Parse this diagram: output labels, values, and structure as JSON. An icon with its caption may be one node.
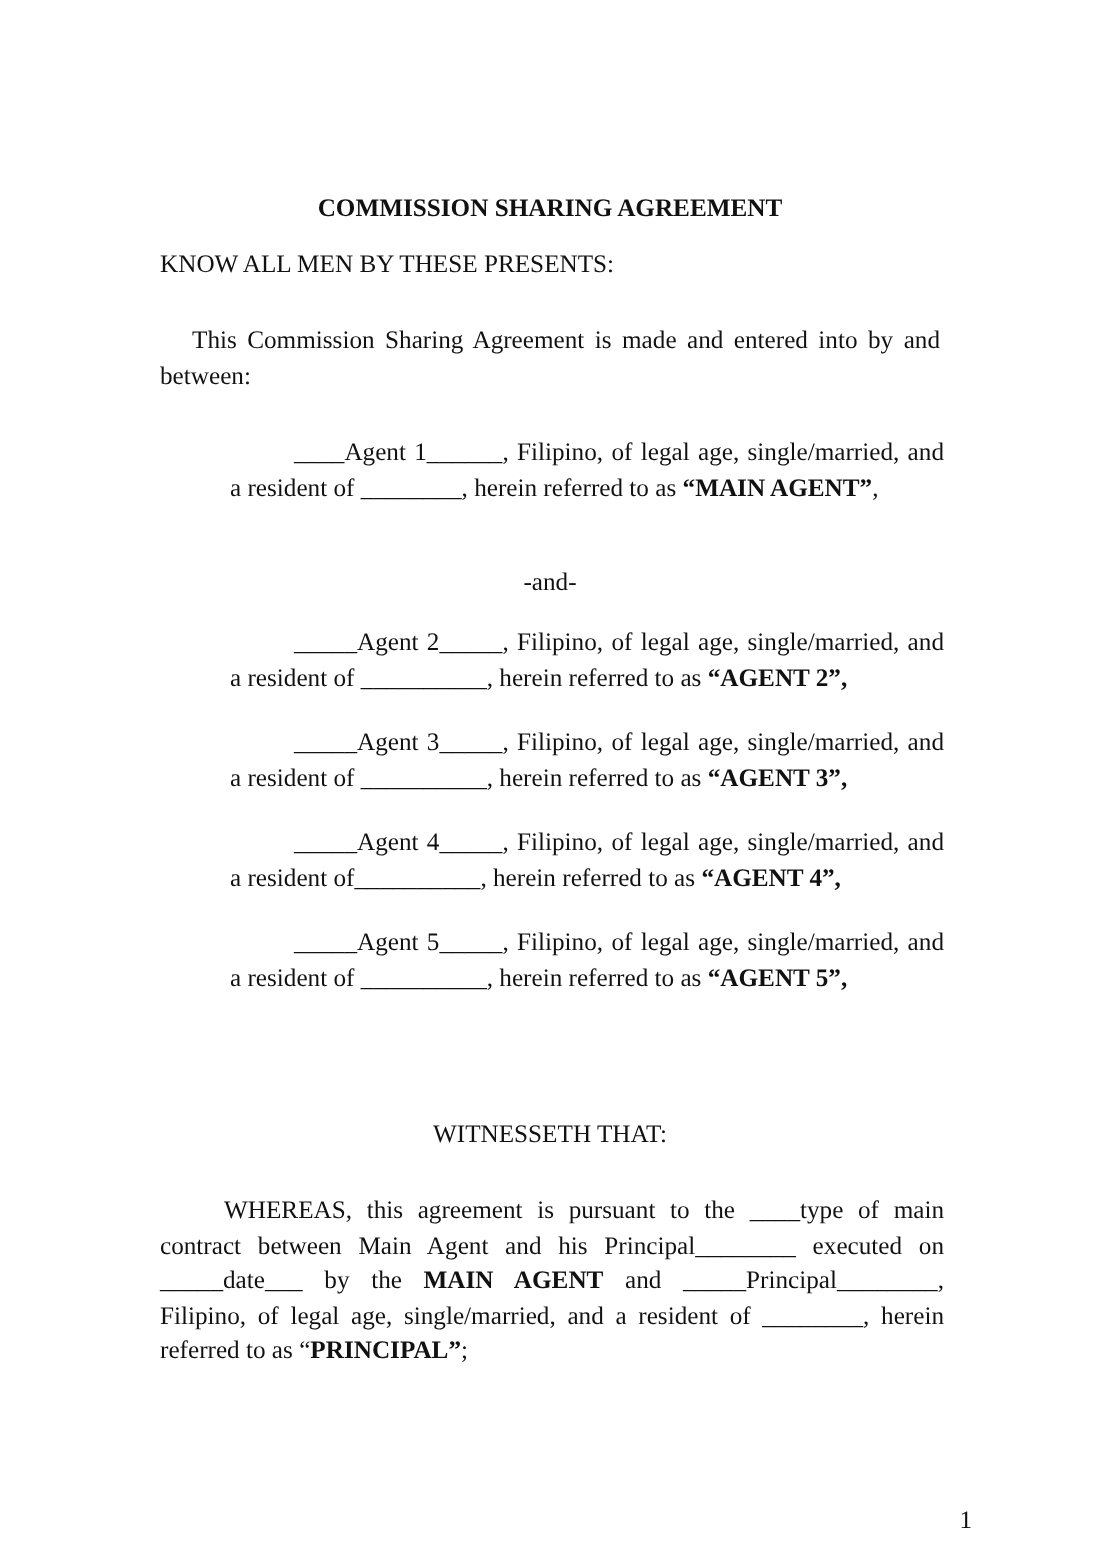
{
  "diagram": {
    "title": "COMMISSION SHARING AGREEMENT",
    "labels": [
      "KNOW ALL MEN BY THESE PRESENTS:",
      "This Commission Sharing Agreement is made and entered into by and between:",
      "____Agent 1______, Filipino, of legal age, single/married, and a resident of ________, herein referred to as **“MAIN AGENT”**,",
      "-and-",
      "_____Agent 2_____, Filipino, of legal age, single/married, and a resident of __________, herein referred to as **“AGENT 2”,**",
      "_____Agent 3_____, Filipino, of legal age, single/married, and a resident of __________, herein referred to as **“AGENT 3”,**",
      "_____Agent 4_____, Filipino, of legal age, single/married, and a resident of__________, herein referred to as **“AGENT 4”,**",
      "_____Agent 5_____, Filipino, of legal age, single/married, and a resident of __________, herein referred to as **“AGENT 5”,**",
      "WITNESSETH THAT:",
      "WHEREAS, this agreement is pursuant to the ____type of main contract between Main Agent and his Principal________ executed on _____date___ by the **MAIN AGENT** and _____Principal________, Filipino, of legal age, single/married, and a resident of ________, herein referred to as “**PRINCIPAL”**;",
      "1"
    ]
  }
}
